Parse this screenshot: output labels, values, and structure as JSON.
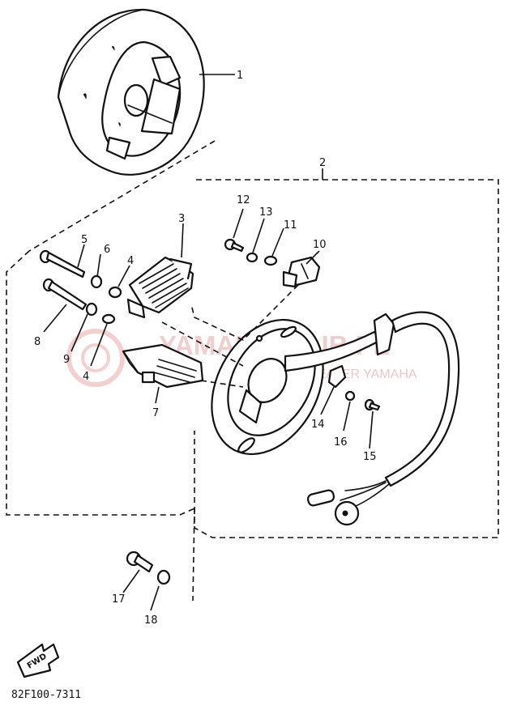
{
  "diagram_code": "82F100-7311",
  "fwd_label": "FWD",
  "watermark": {
    "text": "YAMAHAKLUB.PL",
    "subtext": "DEALER YAMAHA"
  },
  "callouts": {
    "c1": "1",
    "c2": "2",
    "c3": "3",
    "c4a": "4",
    "c4b": "4",
    "c5": "5",
    "c6": "6",
    "c7": "7",
    "c8": "8",
    "c9": "9",
    "c10": "10",
    "c11": "11",
    "c12": "12",
    "c13": "13",
    "c14": "14",
    "c15": "15",
    "c16": "16",
    "c17": "17",
    "c18": "18"
  }
}
